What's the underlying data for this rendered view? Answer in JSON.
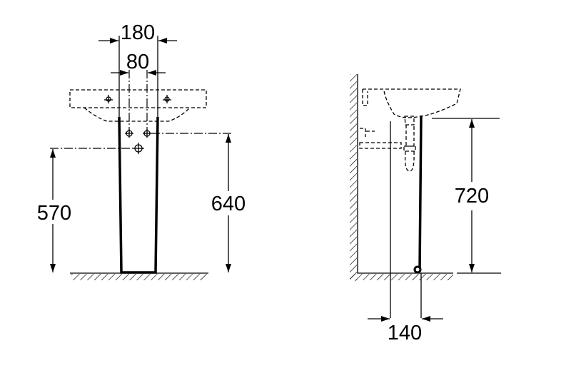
{
  "title": "Pedestal basin installation dimensions",
  "front_view": {
    "dim_pedestal_width": "180",
    "dim_connection_spacing": "80",
    "dim_waste_height": "570",
    "dim_supply_height": "640"
  },
  "side_view": {
    "dim_basin_height": "720",
    "dim_wall_offset": "140"
  }
}
